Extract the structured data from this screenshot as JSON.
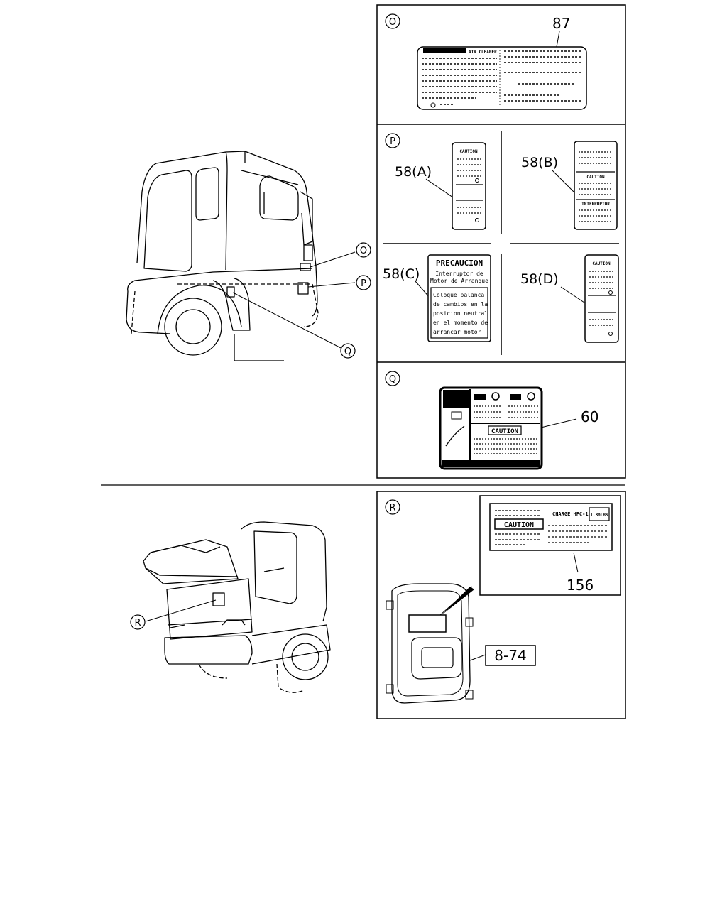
{
  "callouts": {
    "o": "O",
    "p": "P",
    "q": "Q",
    "r": "R"
  },
  "panel_o": {
    "part_number": "87",
    "label_heading": "AIR CLEANER"
  },
  "panel_p": {
    "a": {
      "part_number": "58(A)",
      "heading": "CAUTION"
    },
    "b": {
      "part_number": "58(B)",
      "heading": "CAUTION",
      "subheading": "INTERRUPTOR"
    },
    "c": {
      "part_number": "58(C)",
      "heading": "PRECAUCION",
      "lines_top": [
        "Interruptor de",
        "Motor de Arranque"
      ],
      "lines_box": [
        "Coloque palanca",
        "de cambios en la",
        "posicion neutral",
        "en el momento de",
        "arrancar motor"
      ]
    },
    "d": {
      "part_number": "58(D)",
      "heading": "CAUTION"
    }
  },
  "panel_q": {
    "part_number": "60",
    "heading": "CAUTION"
  },
  "panel_r": {
    "part_number": "156",
    "ref_box": "8-74",
    "label_caution": "CAUTION",
    "label_charge": "CHARGE HFC-134a",
    "label_qty": "1.30LBS"
  }
}
